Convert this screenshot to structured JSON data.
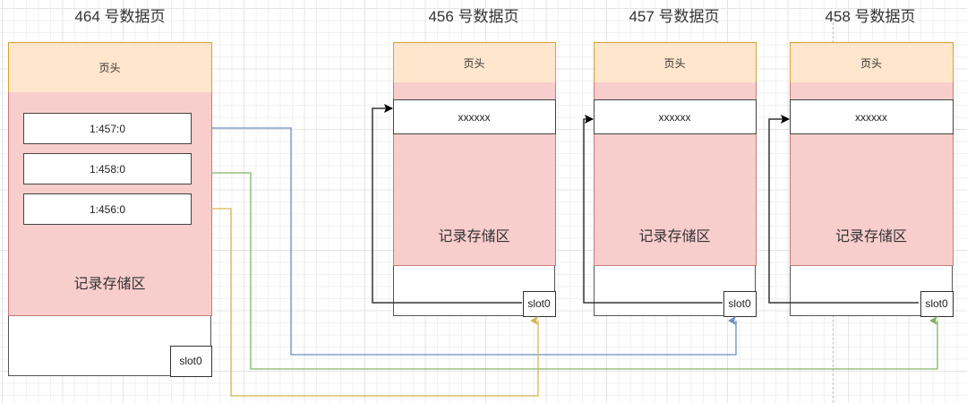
{
  "pages": [
    {
      "id": "464",
      "title": "464 号数据页",
      "header": "页头",
      "records_label": "记录存储区",
      "slot": "slot0",
      "entries": [
        "1:457:0",
        "1:458:0",
        "1:456:0"
      ]
    },
    {
      "id": "456",
      "title": "456 号数据页",
      "header": "页头",
      "record": "xxxxxx",
      "records_label": "记录存储区",
      "slot": "slot0"
    },
    {
      "id": "457",
      "title": "457 号数据页",
      "header": "页头",
      "record": "xxxxxx",
      "records_label": "记录存储区",
      "slot": "slot0"
    },
    {
      "id": "458",
      "title": "458 号数据页",
      "header": "页头",
      "record": "xxxxxx",
      "records_label": "记录存储区",
      "slot": "slot0"
    }
  ],
  "connectors": [
    {
      "from": "1:457:0",
      "to_page": "457",
      "to": "slot0",
      "color": "#6c8ebf"
    },
    {
      "from": "1:458:0",
      "to_page": "458",
      "to": "slot0",
      "color": "#82b366"
    },
    {
      "from": "1:456:0",
      "to_page": "456",
      "to": "slot0",
      "color": "#d6b656"
    }
  ],
  "slot_pointer_color": "#000000"
}
